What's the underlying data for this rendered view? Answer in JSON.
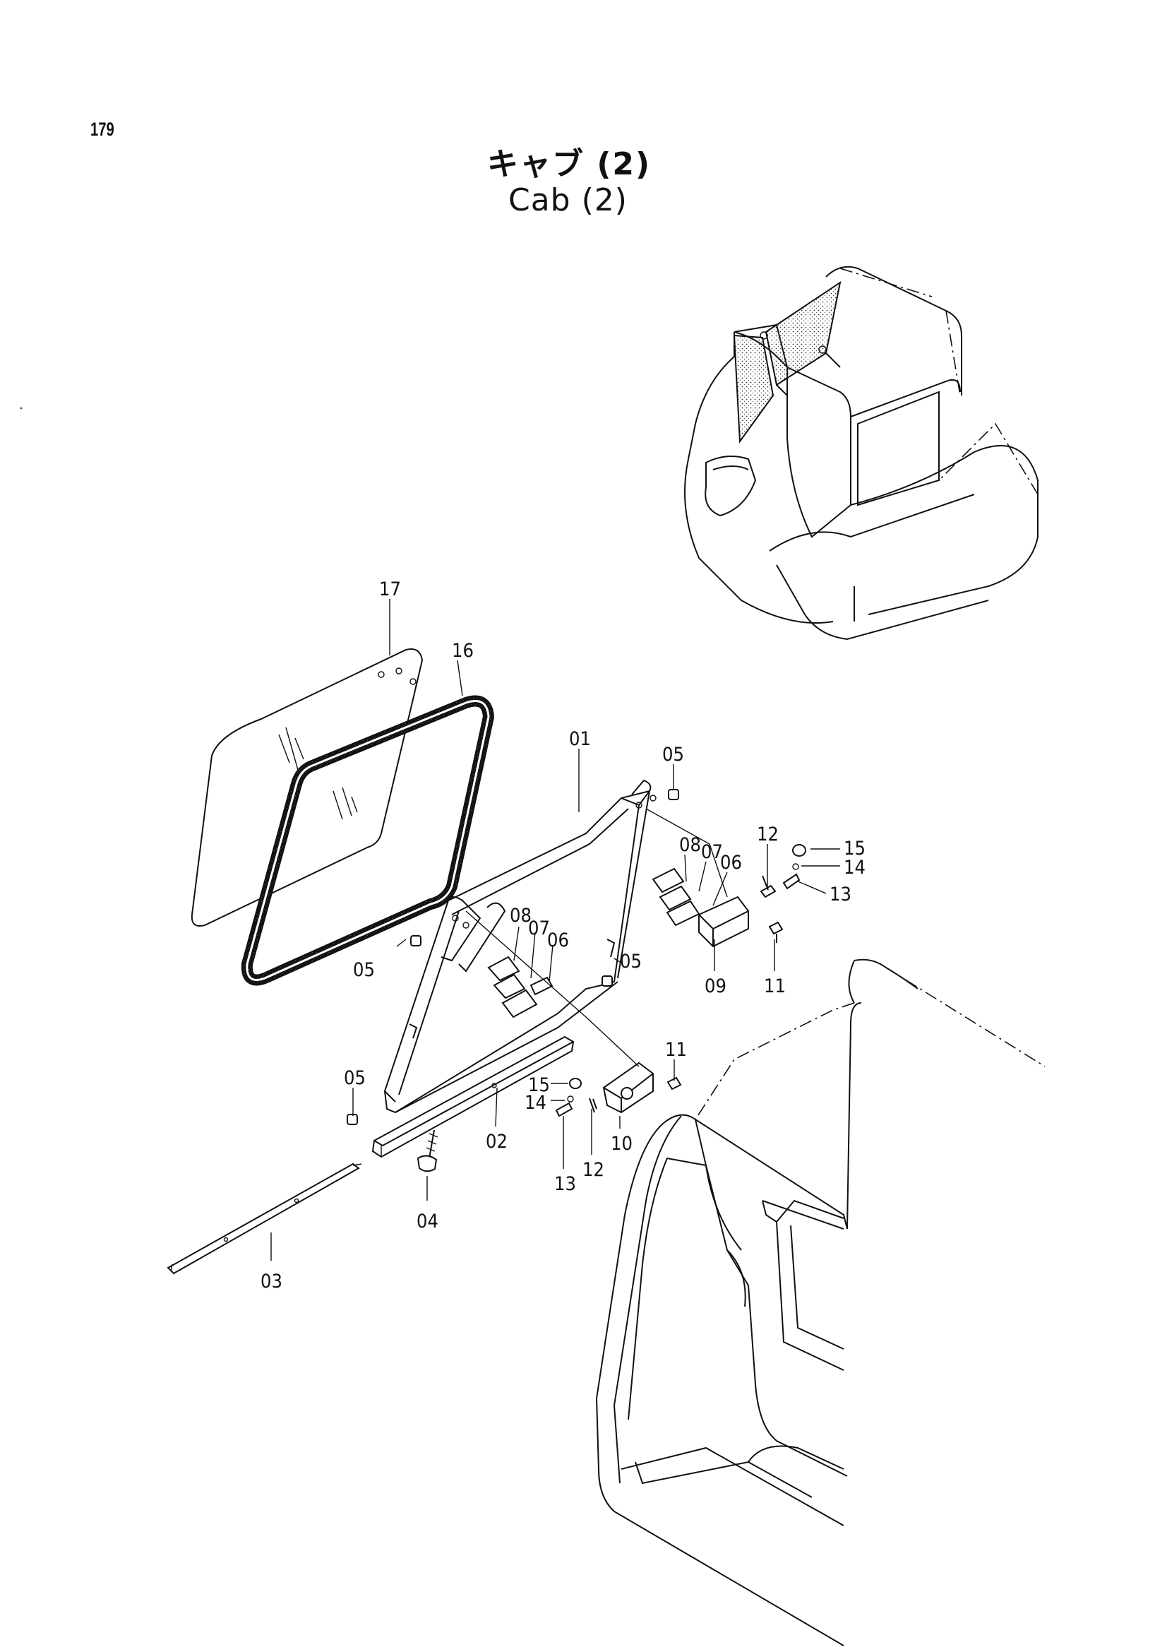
{
  "page_number": "179",
  "title_ja": "キャブ (2)",
  "title_en": "Cab (2)",
  "callouts": {
    "c17": "17",
    "c16": "16",
    "c01": "01",
    "c05a": "05",
    "c05b": "05",
    "c05c": "05",
    "c05d": "05",
    "c08a": "08",
    "c07a": "07",
    "c06a": "06",
    "c08b": "08",
    "c07b": "07",
    "c06b": "06",
    "c12a": "12",
    "c15a": "15",
    "c14a": "14",
    "c13a": "13",
    "c09": "09",
    "c11a": "11",
    "c11b": "11",
    "c15b": "15",
    "c14b": "14",
    "c10": "10",
    "c13b": "13",
    "c12b": "12",
    "c02": "02",
    "c04": "04",
    "c03": "03"
  }
}
